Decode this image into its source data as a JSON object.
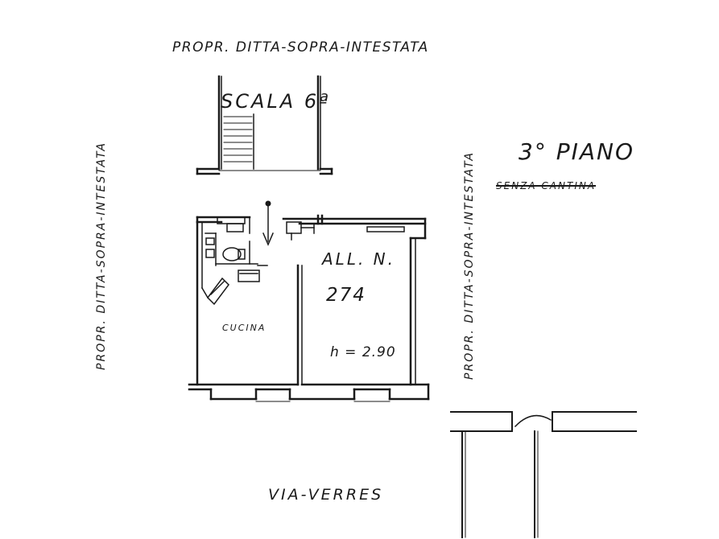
{
  "labels": {
    "owner_top": "PROPR. DITTA-SOPRA-INTESTATA",
    "owner_left": "PROPR. DITTA-SOPRA-INTESTATA",
    "owner_right": "PROPR. DITTA-SOPRA-INTESTATA",
    "stair": "SCALA 6ª",
    "floor": "3° PIANO",
    "cellar_note": "SENZA CANTINA",
    "unit_label": "ALL. N.",
    "unit_number": "274",
    "ceiling_height": "h = 2.90",
    "kitchen": "CUCINA",
    "street": "VIA-VERRES"
  },
  "colors": {
    "ink": "#1a1a1a",
    "paper": "#ffffff"
  },
  "icons": {
    "entrance": "entrance-arrow-icon",
    "stair_treads": "stair-treads-icon",
    "toilet": "toilet-icon",
    "sink": "sink-icon",
    "stove": "stove-icon",
    "door": "door-arc-icon"
  }
}
